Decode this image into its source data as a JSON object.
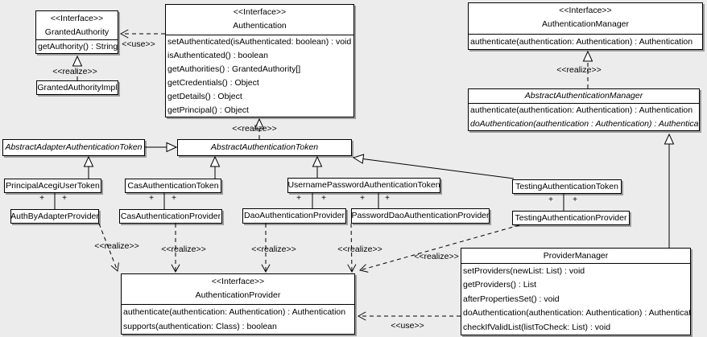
{
  "diagram": {
    "background_color": "#ececec",
    "box_fill": "#ffffff",
    "box_border": "#000000",
    "shadow_color": "#9b9b9b"
  },
  "labels": {
    "use": "<<use>>",
    "realize": "<<realize>>",
    "plus": "+"
  },
  "classes": {
    "granted_authority": {
      "stereotype": "<<Interface>>",
      "name": "GrantedAuthority",
      "methods": [
        "getAuthority() : String"
      ]
    },
    "granted_authority_impl": {
      "name": "GrantedAuthorityImpl"
    },
    "authentication": {
      "stereotype": "<<Interface>>",
      "name": "Authentication",
      "methods": [
        "setAuthenticated(isAuthenticated: boolean) : void",
        "isAuthenticated() : boolean",
        "getAuthorities() : GrantedAuthority[]",
        "getCredentials() : Object",
        "getDetails() : Object",
        "getPrincipal() : Object"
      ]
    },
    "authentication_manager": {
      "stereotype": "<<Interface>>",
      "name": "AuthenticationManager",
      "methods": [
        "authenticate(authentication: Authentication) : Authentication"
      ]
    },
    "abstract_authentication_manager": {
      "name": "AbstractAuthenticationManager",
      "methods": [
        "authenticate(authentication: Authentication) : Authentication",
        "doAuthentication(authentication : Authentication) : Authentication"
      ]
    },
    "abstract_adapter_authentication_token": {
      "name": "AbstractAdapterAuthenticationToken"
    },
    "abstract_authentication_token": {
      "name": "AbstractAuthenticationToken"
    },
    "principal_acegi_user_token": {
      "name": "PrincipalAcegiUserToken"
    },
    "cas_authentication_token": {
      "name": "CasAuthenticationToken"
    },
    "username_password_authentication_token": {
      "name": "UsernamePasswordAuthenticationToken"
    },
    "testing_authentication_token": {
      "name": "TestingAuthenticationToken"
    },
    "auth_by_adapter_provider": {
      "name": "AuthByAdapterProvider"
    },
    "cas_authentication_provider": {
      "name": "CasAuthenticationProvider"
    },
    "dao_authentication_provider": {
      "name": "DaoAuthenticationProvider"
    },
    "password_dao_authentication_provider": {
      "name": "PasswordDaoAuthenticationProvider"
    },
    "testing_authentication_provider": {
      "name": "TestingAuthenticationProvider"
    },
    "authentication_provider": {
      "stereotype": "<<Interface>>",
      "name": "AuthenticationProvider",
      "methods": [
        "authenticate(authentication: Authentication) : Authentication",
        "supports(authentication: Class) : boolean"
      ]
    },
    "provider_manager": {
      "name": "ProviderManager",
      "methods": [
        "setProviders(newList: List) : void",
        "getProviders() : List",
        "afterPropertiesSet() : void",
        "doAuthentication(authentication: Authentication) : Authentication",
        "checkIfValidList(listToCheck: List) : void"
      ]
    }
  },
  "relationships": [
    {
      "from": "Authentication",
      "to": "GrantedAuthority",
      "type": "dependency",
      "label": "<<use>>"
    },
    {
      "from": "GrantedAuthorityImpl",
      "to": "GrantedAuthority",
      "type": "realization",
      "label": "<<realize>>"
    },
    {
      "from": "AbstractAuthenticationToken",
      "to": "Authentication",
      "type": "realization",
      "label": "<<realize>>"
    },
    {
      "from": "AbstractAuthenticationManager",
      "to": "AuthenticationManager",
      "type": "realization",
      "label": "<<realize>>"
    },
    {
      "from": "AbstractAdapterAuthenticationToken",
      "to": "AbstractAuthenticationToken",
      "type": "generalization"
    },
    {
      "from": "PrincipalAcegiUserToken",
      "to": "AbstractAdapterAuthenticationToken",
      "type": "generalization"
    },
    {
      "from": "CasAuthenticationToken",
      "to": "AbstractAuthenticationToken",
      "type": "generalization"
    },
    {
      "from": "UsernamePasswordAuthenticationToken",
      "to": "AbstractAuthenticationToken",
      "type": "generalization"
    },
    {
      "from": "TestingAuthenticationToken",
      "to": "AbstractAuthenticationToken",
      "type": "generalization"
    },
    {
      "from": "ProviderManager",
      "to": "AbstractAuthenticationManager",
      "type": "generalization"
    },
    {
      "from": "PrincipalAcegiUserToken",
      "to": "AuthByAdapterProvider",
      "type": "association",
      "end_labels": [
        "+",
        "+"
      ]
    },
    {
      "from": "CasAuthenticationToken",
      "to": "CasAuthenticationProvider",
      "type": "association",
      "end_labels": [
        "+",
        "+"
      ]
    },
    {
      "from": "UsernamePasswordAuthenticationToken",
      "to": "DaoAuthenticationProvider",
      "type": "association",
      "end_labels": [
        "+",
        "+"
      ]
    },
    {
      "from": "UsernamePasswordAuthenticationToken",
      "to": "PasswordDaoAuthenticationProvider",
      "type": "association",
      "end_labels": [
        "+",
        "+"
      ]
    },
    {
      "from": "TestingAuthenticationToken",
      "to": "TestingAuthenticationProvider",
      "type": "association",
      "end_labels": [
        "+",
        "+"
      ]
    },
    {
      "from": "AuthByAdapterProvider",
      "to": "AuthenticationProvider",
      "type": "realization",
      "label": "<<realize>>"
    },
    {
      "from": "CasAuthenticationProvider",
      "to": "AuthenticationProvider",
      "type": "realization",
      "label": "<<realize>>"
    },
    {
      "from": "DaoAuthenticationProvider",
      "to": "AuthenticationProvider",
      "type": "realization",
      "label": "<<realize>>"
    },
    {
      "from": "PasswordDaoAuthenticationProvider",
      "to": "AuthenticationProvider",
      "type": "realization",
      "label": "<<realize>>"
    },
    {
      "from": "TestingAuthenticationProvider",
      "to": "AuthenticationProvider",
      "type": "realization",
      "label": "<<realize>>"
    },
    {
      "from": "ProviderManager",
      "to": "AuthenticationProvider",
      "type": "dependency",
      "label": "<<use>>"
    }
  ]
}
